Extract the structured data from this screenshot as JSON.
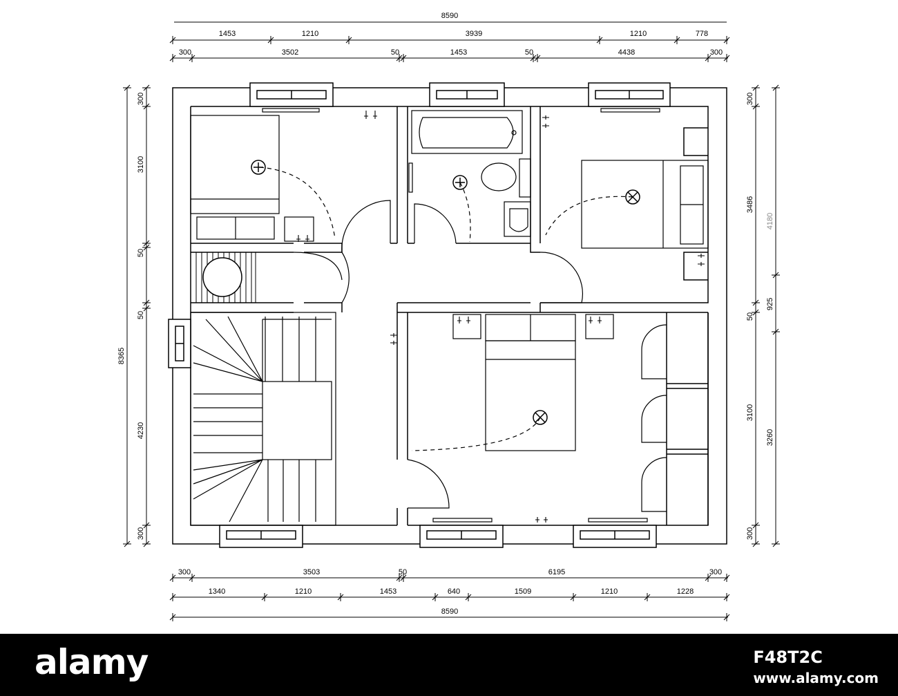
{
  "top_dimensions": {
    "overall": "8590",
    "row1": [
      "1453",
      "1210",
      "3939",
      "1210",
      "778"
    ],
    "row2": [
      "300",
      "3502",
      "50",
      "1453",
      "50",
      "4438",
      "300"
    ]
  },
  "bottom_dimensions": {
    "row1": [
      "300",
      "3503",
      "50",
      "6195",
      "300"
    ],
    "row2": [
      "1340",
      "1210",
      "1453",
      "640",
      "1509",
      "1210",
      "1228"
    ],
    "overall": "8590"
  },
  "left_dimensions": {
    "segments": [
      "300",
      "3100",
      "50",
      "50",
      "4230",
      "300"
    ],
    "overall": "8365"
  },
  "right_dimensions": {
    "inner": [
      "300",
      "3486",
      "50",
      "3100",
      "300"
    ],
    "outer": [
      "4180",
      "925",
      "3260"
    ]
  },
  "footer": {
    "brand": "alamy",
    "image_id": "F48T2C",
    "site": "www.alamy.com"
  }
}
